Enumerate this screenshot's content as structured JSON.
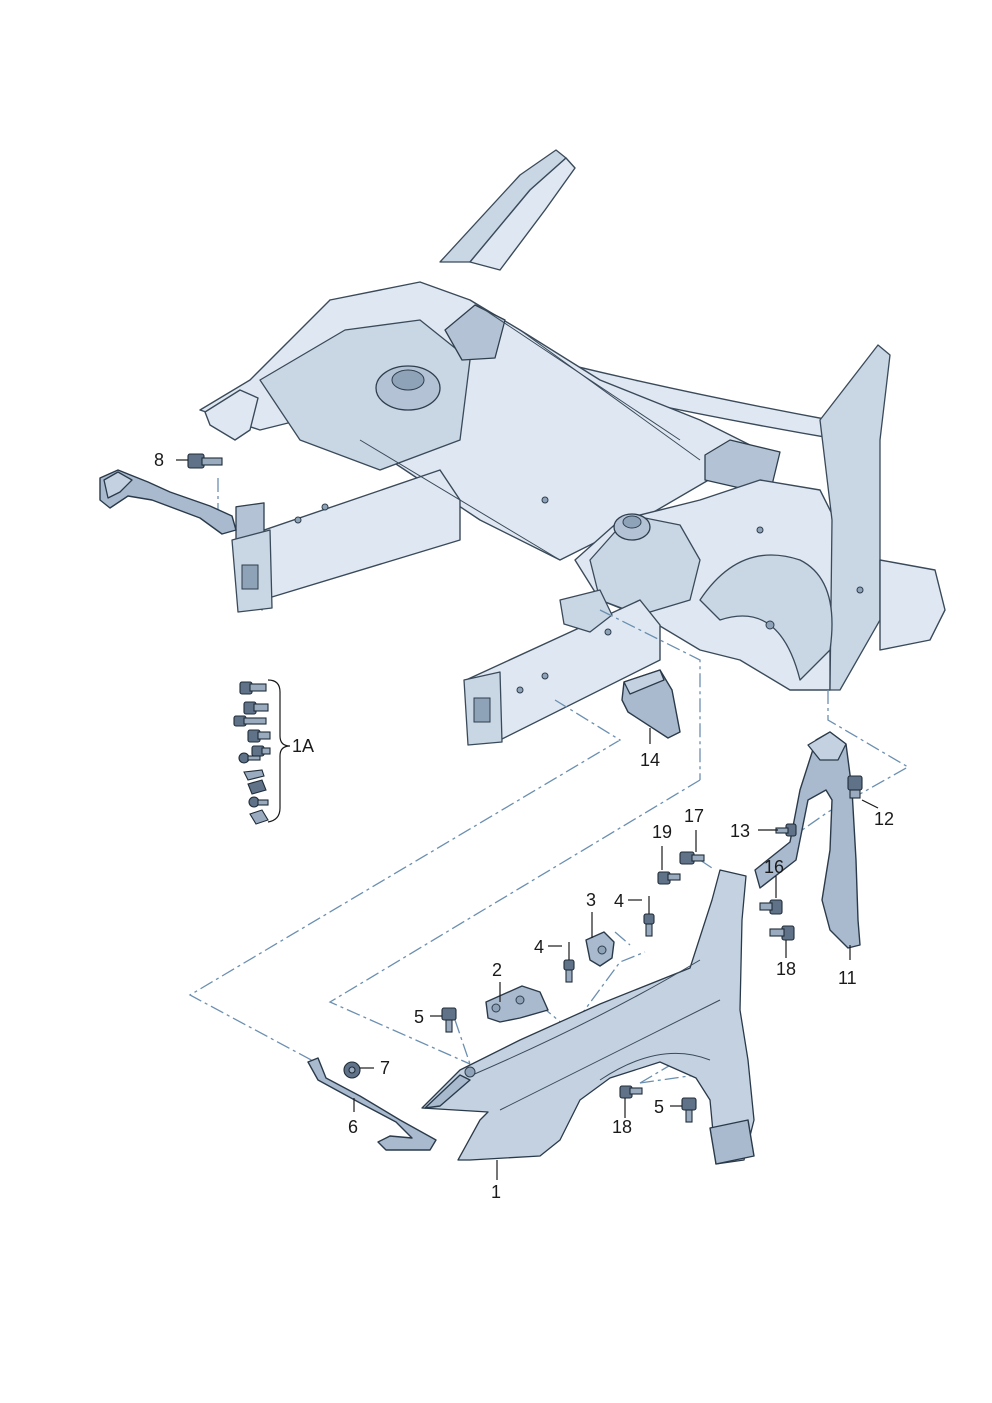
{
  "diagram": {
    "labels": {
      "l1": "1",
      "l1a": "1A",
      "l2": "2",
      "l3": "3",
      "l4a": "4",
      "l4b": "4",
      "l5a": "5",
      "l5b": "5",
      "l6": "6",
      "l7": "7",
      "l8": "8",
      "l11": "11",
      "l12": "12",
      "l13": "13",
      "l14": "14",
      "l16": "16",
      "l17": "17",
      "l18a": "18",
      "l18b": "18",
      "l19": "19"
    },
    "colors": {
      "body_fill": "#dfe8f2",
      "part_fill": "#a9bace",
      "outline": "#2a3a4a",
      "phantom_line": "#6b8fb0"
    }
  }
}
